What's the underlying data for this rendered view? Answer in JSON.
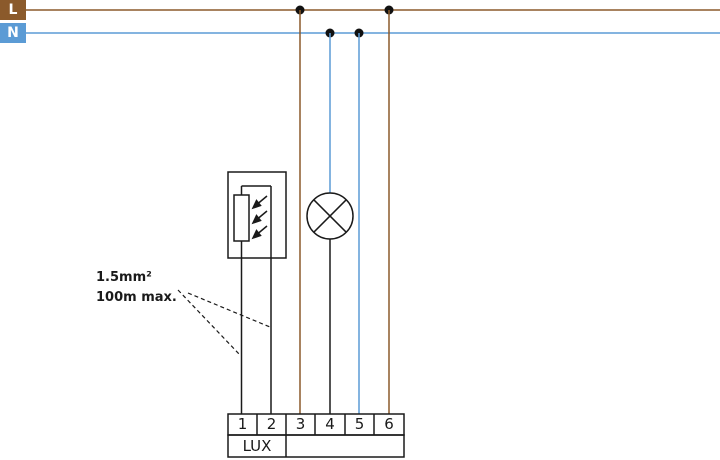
{
  "supply": {
    "line_label": "L",
    "neutral_label": "N",
    "line_color": "#8b5a2b",
    "neutral_color": "#5b9bd5"
  },
  "cable_note": {
    "line1": "1.5mm²",
    "line2": "100m max."
  },
  "terminal_block": {
    "terminals": [
      "1",
      "2",
      "3",
      "4",
      "5",
      "6"
    ],
    "sensor_group_label": "LUX"
  },
  "colors": {
    "wire_line": "#8b5a2b",
    "wire_neutral": "#5b9bd5",
    "ink": "#1a1a1a"
  }
}
